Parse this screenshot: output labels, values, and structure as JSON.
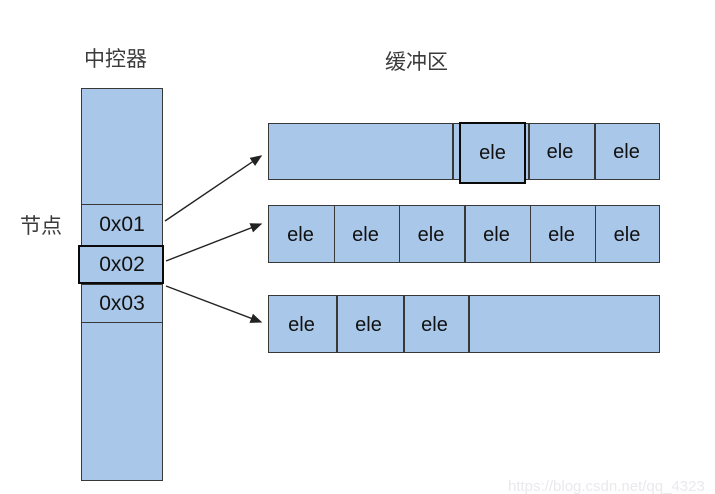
{
  "titles": {
    "controller": "中控器",
    "buffer": "缓冲区",
    "node": "节点"
  },
  "controller": {
    "cells": [
      {
        "label": "0x01",
        "highlighted": false
      },
      {
        "label": "0x02",
        "highlighted": true
      },
      {
        "label": "0x03",
        "highlighted": false
      }
    ]
  },
  "buffers": {
    "row1": {
      "cells": [
        {
          "label": "ele",
          "highlighted": true
        },
        {
          "label": "ele",
          "highlighted": false
        },
        {
          "label": "ele",
          "highlighted": false
        }
      ]
    },
    "row2": {
      "cells": [
        {
          "label": "ele"
        },
        {
          "label": "ele"
        },
        {
          "label": "ele"
        },
        {
          "label": "ele"
        },
        {
          "label": "ele"
        },
        {
          "label": "ele"
        }
      ]
    },
    "row3": {
      "cells": [
        {
          "label": "ele"
        },
        {
          "label": "ele"
        },
        {
          "label": "ele"
        }
      ]
    }
  },
  "watermark": "https://blog.csdn.net/qq_4323",
  "colors": {
    "cell_fill": "#a9c7e8",
    "cell_border": "#383838",
    "highlight_border": "#0a0a0a",
    "arrow": "#222222",
    "title_text": "#3b3b3b",
    "watermark_text": "#e9e9ee"
  }
}
